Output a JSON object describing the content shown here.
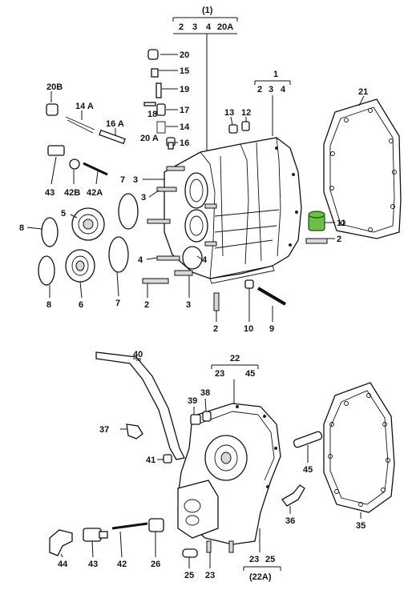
{
  "group_labels": {
    "top_group": "(1)",
    "top_group_items": [
      "2",
      "3",
      "4",
      "20A"
    ],
    "mid_group": "1",
    "mid_group_items": [
      "2",
      "3",
      "4"
    ],
    "lower_group": "22",
    "lower_group_items": [
      "23",
      "45"
    ],
    "bottom_group_items": [
      "23",
      "25"
    ],
    "bottom_group": "(22A)"
  },
  "callouts": {
    "c20": "20",
    "c15": "15",
    "c19": "19",
    "c17": "17",
    "c18": "18",
    "c14": "14",
    "c20a": "20 A",
    "c16": "16",
    "c20b": "20B",
    "c14a": "14 A",
    "c16a": "16 A",
    "c13": "13",
    "c12": "12",
    "c21": "21",
    "c43a": "43",
    "c42b": "42B",
    "c42a": "42A",
    "c7a": "7",
    "c3a": "3",
    "c3b": "3",
    "c5": "5",
    "c8a": "8",
    "c11": "11",
    "c2a": "2",
    "c4a": "4",
    "c4b": "4",
    "c8b": "8",
    "c6": "6",
    "c7b": "7",
    "c2b": "2",
    "c3c": "3",
    "c2c": "2",
    "c10": "10",
    "c9": "9",
    "c40": "40",
    "c39": "39",
    "c38": "38",
    "c37": "37",
    "c41": "41",
    "c35": "35",
    "c45": "45",
    "c36": "36",
    "c44": "44",
    "c43b": "43",
    "c42c": "42",
    "c26": "26",
    "c25": "25",
    "c23": "23"
  },
  "colors": {
    "ink": "#111111",
    "highlight_part": "#6cc04a"
  }
}
